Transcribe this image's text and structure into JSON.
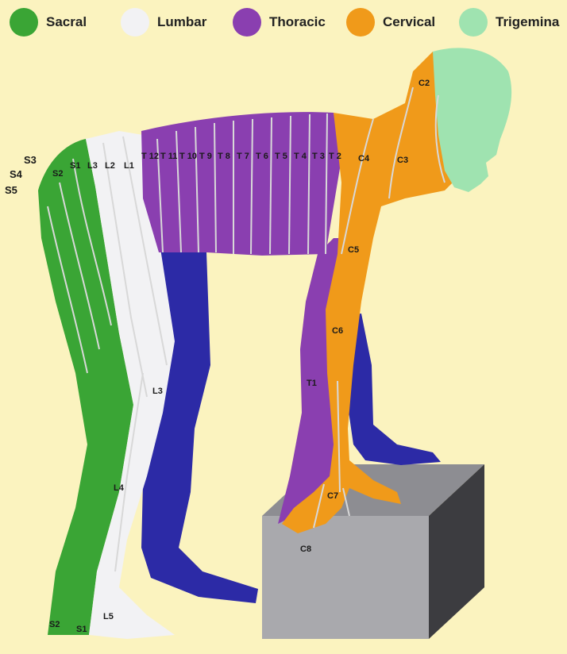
{
  "legend": [
    {
      "label": "Sacral",
      "color": "#3aa535"
    },
    {
      "label": "Lumbar",
      "color": "#f2f2f4"
    },
    {
      "label": "Thoracic",
      "color": "#8a3fb0"
    },
    {
      "label": "Cervical",
      "color": "#f09a1a"
    },
    {
      "label": "Trigemina",
      "color": "#9fe3b0"
    }
  ],
  "colors": {
    "background": "#fbf3bf",
    "sacral": "#3aa535",
    "lumbar": "#f2f2f4",
    "thoracic": "#8a3fb0",
    "cervical": "#f09a1a",
    "trigeminal": "#9fe3b0",
    "leg_blue": "#2c2aa6",
    "box_front": "#a9a9ad",
    "box_top": "#8d8d92",
    "box_side": "#3c3c40"
  },
  "labels": {
    "c2": "C2",
    "c3": "C3",
    "c4": "C4",
    "c5": "C5",
    "c6": "C6",
    "c7": "C7",
    "c8": "C8",
    "t1": "T1",
    "t12": "T 12",
    "t11": "T 11",
    "t10": "T 10",
    "t9": "T 9",
    "t8": "T 8",
    "t7": "T 7",
    "t6": "T 6",
    "t5": "T 5",
    "t4": "T 4",
    "t3": "T 3",
    "t2": "T 2",
    "l1": "L1",
    "l2": "L2",
    "l3_top": "L3",
    "l3_leg": "L3",
    "l4": "L4",
    "l5": "L5",
    "s1_top": "S1",
    "s2_top": "S2",
    "s3": "S3",
    "s4": "S4",
    "s5": "S5",
    "s1_bottom": "S1",
    "s2_bottom": "S2"
  }
}
